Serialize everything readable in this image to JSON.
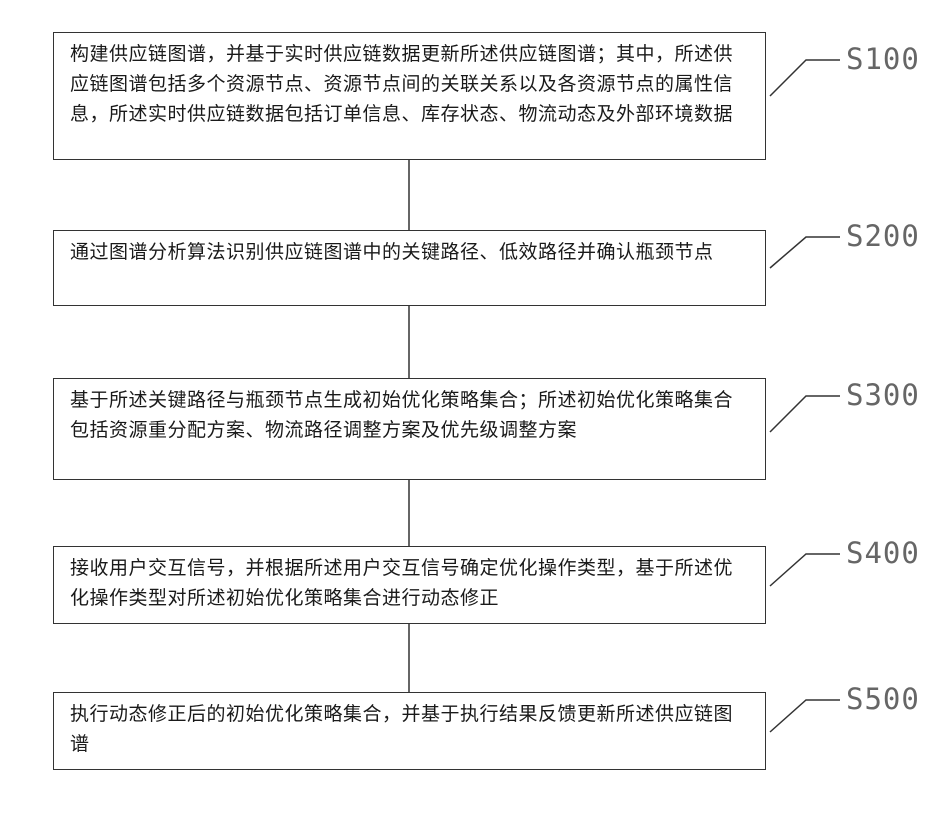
{
  "steps": [
    {
      "id": "S100",
      "text": "构建供应链图谱，并基于实时供应链数据更新所述供应链图谱；其中，所述供应链图谱包括多个资源节点、资源节点间的关联关系以及各资源节点的属性信息，所述实时供应链数据包括订单信息、库存状态、物流动态及外部环境数据"
    },
    {
      "id": "S200",
      "text": "通过图谱分析算法识别供应链图谱中的关键路径、低效路径并确认瓶颈节点"
    },
    {
      "id": "S300",
      "text": "基于所述关键路径与瓶颈节点生成初始优化策略集合；所述初始优化策略集合包括资源重分配方案、物流路径调整方案及优先级调整方案"
    },
    {
      "id": "S400",
      "text": "接收用户交互信号，并根据所述用户交互信号确定优化操作类型，基于所述优化操作类型对所述初始优化策略集合进行动态修正"
    },
    {
      "id": "S500",
      "text": "执行动态修正后的初始优化策略集合，并基于执行结果反馈更新所述供应链图谱"
    }
  ]
}
